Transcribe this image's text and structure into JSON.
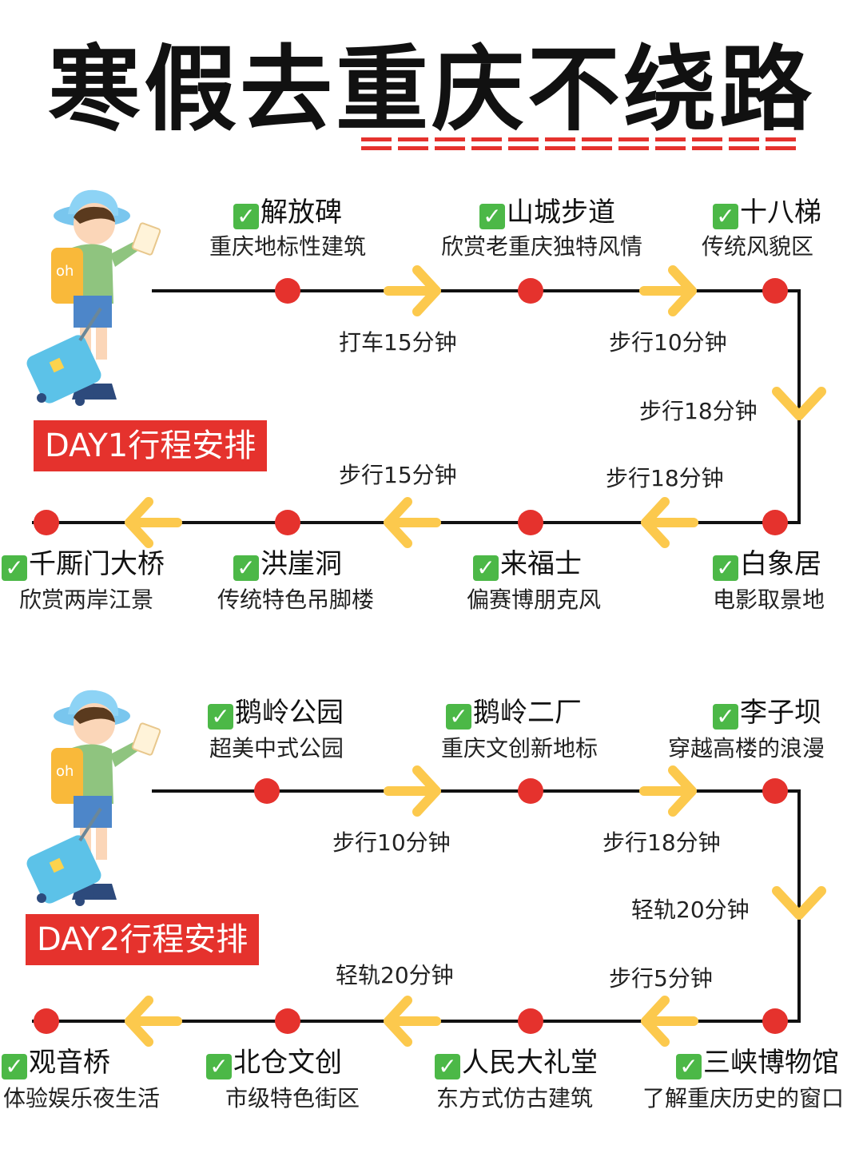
{
  "title": "寒假去重庆不绕路",
  "accent_color": "#e5322d",
  "arrow_color": "#fcc94d",
  "check_color": "#4cb847",
  "day1": {
    "badge": "DAY1行程安排",
    "stops": [
      {
        "name": "解放碑",
        "desc": "重庆地标性建筑"
      },
      {
        "name": "山城步道",
        "desc": "欣赏老重庆独特风情"
      },
      {
        "name": "十八梯",
        "desc": "传统风貌区"
      },
      {
        "name": "白象居",
        "desc": "电影取景地"
      },
      {
        "name": "来福士",
        "desc": "偏赛博朋克风"
      },
      {
        "name": "洪崖洞",
        "desc": "传统特色吊脚楼"
      },
      {
        "name": "千厮门大桥",
        "desc": "欣赏两岸江景"
      }
    ],
    "transits": [
      "打车15分钟",
      "步行10分钟",
      "步行18分钟",
      "步行18分钟",
      "步行15分钟"
    ]
  },
  "day2": {
    "badge": "DAY2行程安排",
    "stops": [
      {
        "name": "鹅岭公园",
        "desc": "超美中式公园"
      },
      {
        "name": "鹅岭二厂",
        "desc": "重庆文创新地标"
      },
      {
        "name": "李子坝",
        "desc": "穿越高楼的浪漫"
      },
      {
        "name": "三峡博物馆",
        "desc": "了解重庆历史的窗口"
      },
      {
        "name": "人民大礼堂",
        "desc": "东方式仿古建筑"
      },
      {
        "name": "北仓文创",
        "desc": "市级特色街区"
      },
      {
        "name": "观音桥",
        "desc": "体验娱乐夜生活"
      }
    ],
    "transits": [
      "步行10分钟",
      "步行18分钟",
      "轻轨20分钟",
      "步行5分钟",
      "轻轨20分钟"
    ]
  }
}
